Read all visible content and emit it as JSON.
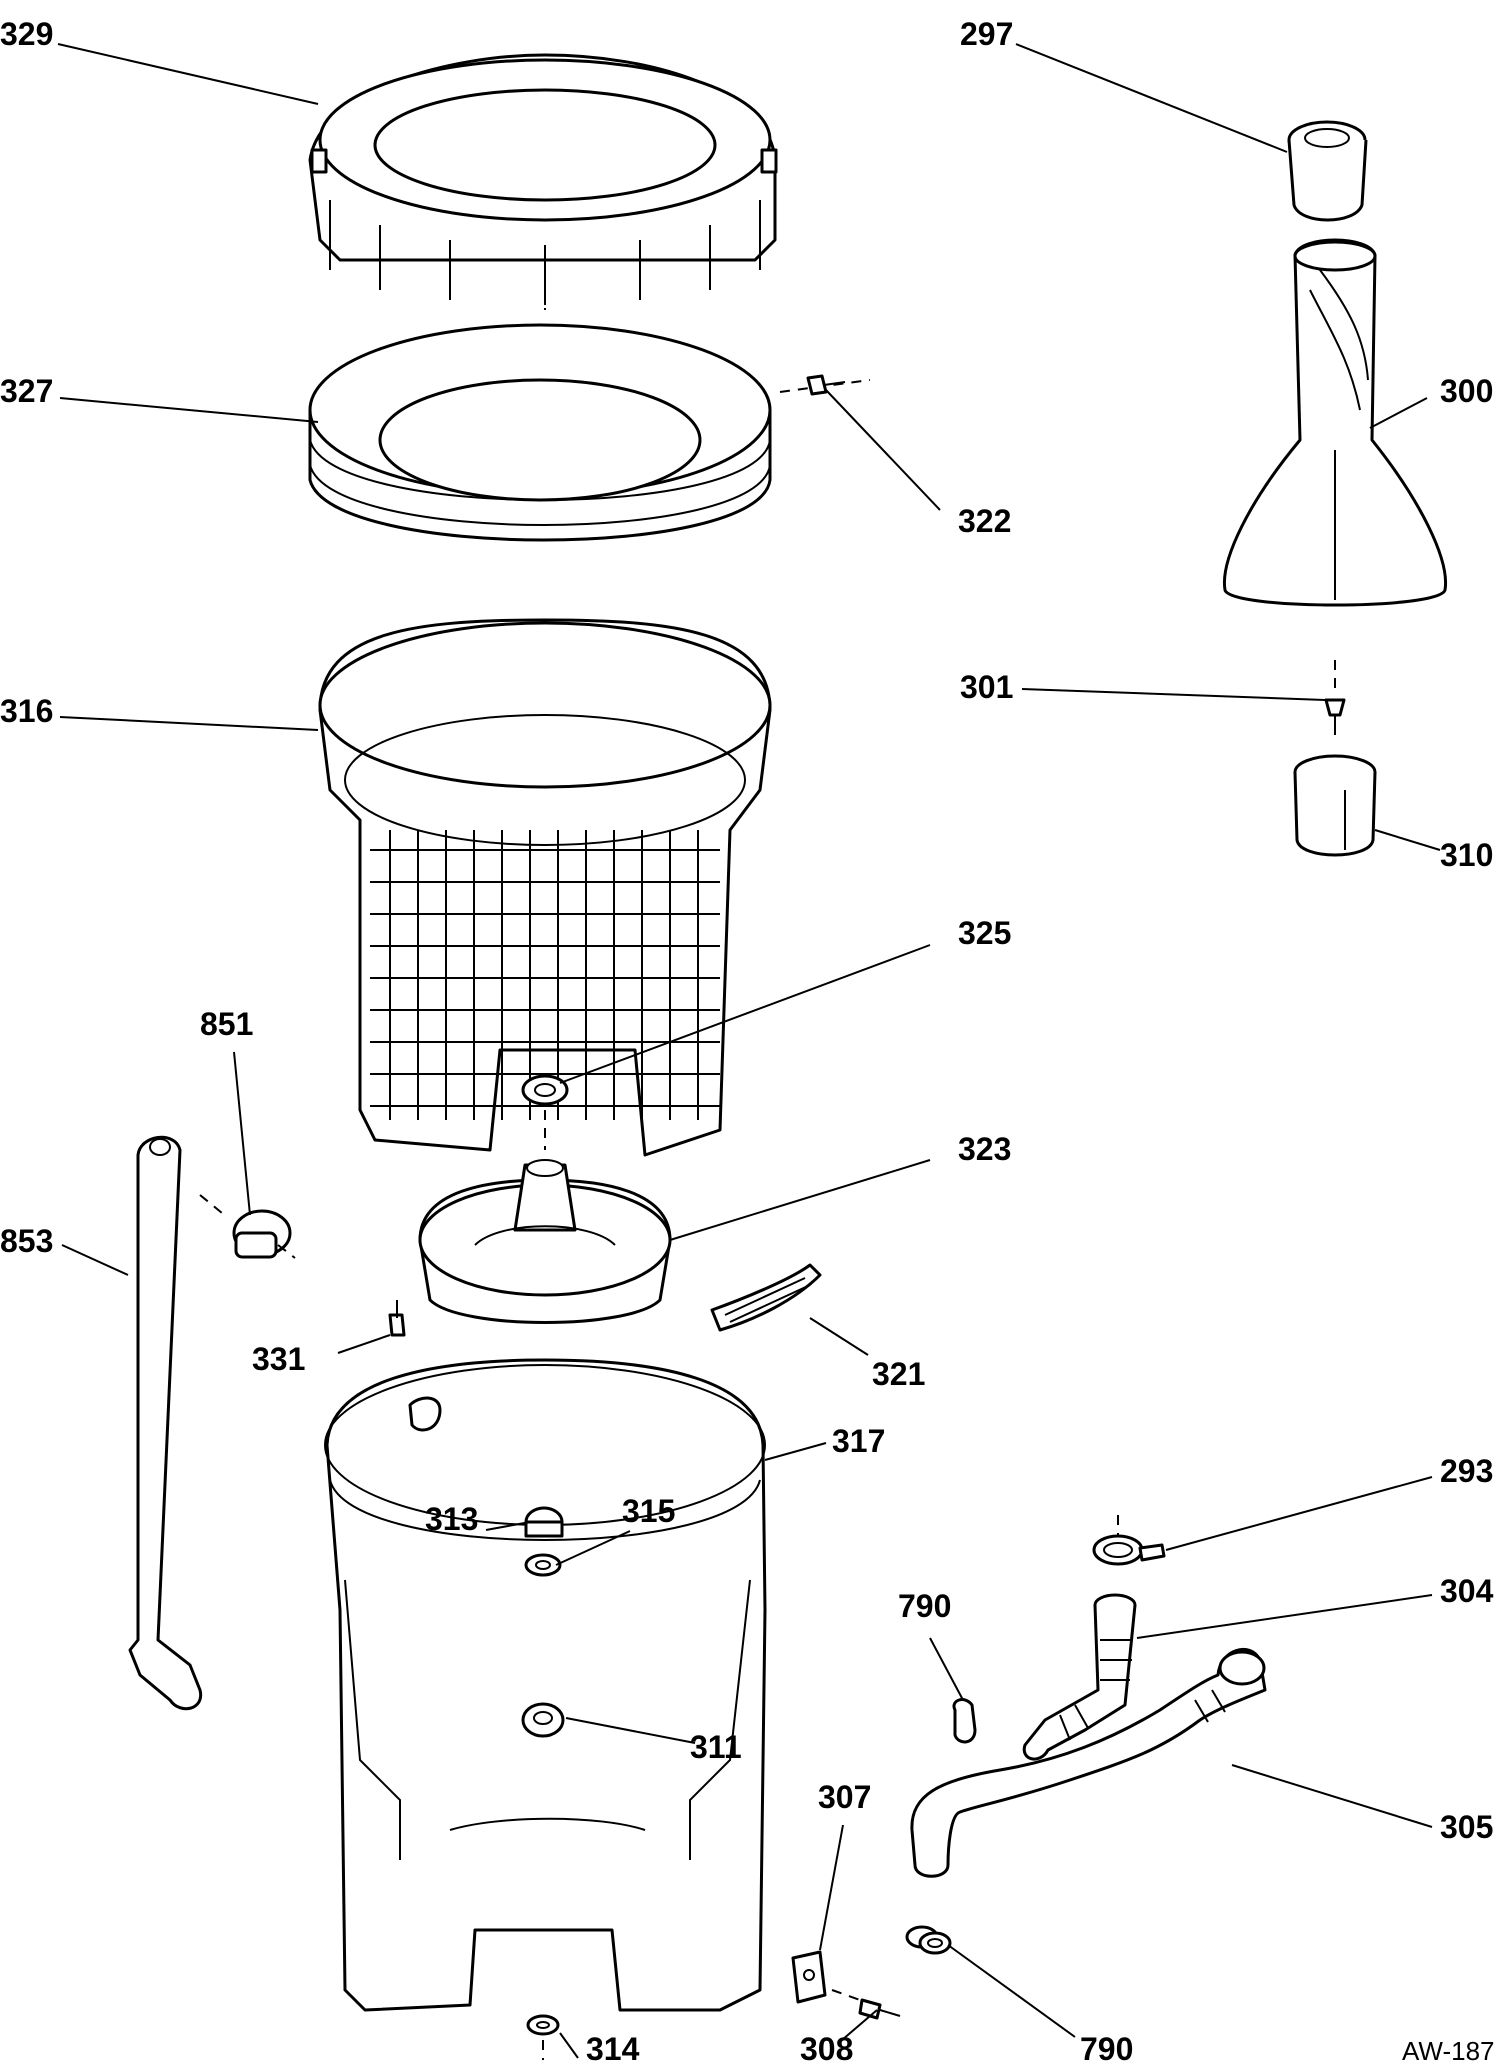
{
  "diagram_code": "AW-187",
  "parts": [
    {
      "id": "329"
    },
    {
      "id": "327"
    },
    {
      "id": "316"
    },
    {
      "id": "325"
    },
    {
      "id": "323"
    },
    {
      "id": "321"
    },
    {
      "id": "331"
    },
    {
      "id": "851"
    },
    {
      "id": "853"
    },
    {
      "id": "317"
    },
    {
      "id": "313"
    },
    {
      "id": "315"
    },
    {
      "id": "311"
    },
    {
      "id": "314"
    },
    {
      "id": "297"
    },
    {
      "id": "300"
    },
    {
      "id": "322"
    },
    {
      "id": "301"
    },
    {
      "id": "310"
    },
    {
      "id": "293"
    },
    {
      "id": "304"
    },
    {
      "id": "790"
    },
    {
      "id": "305"
    },
    {
      "id": "307"
    },
    {
      "id": "308"
    },
    {
      "id": "790b",
      "label": "790"
    }
  ]
}
